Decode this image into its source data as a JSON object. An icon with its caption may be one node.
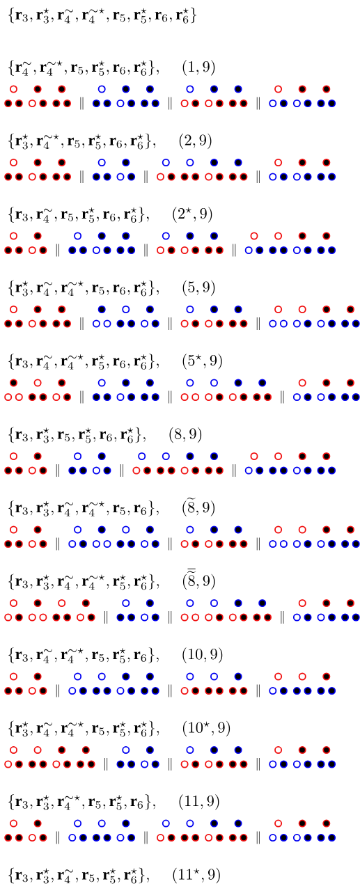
{
  "diagram": {
    "labels": [
      "\\{\\mathbf{r}_3, \\mathbf{r}_3^\\star, \\mathbf{r}_4^{\\sim}, \\mathbf{r}_4^{\\sim\\star}, \\mathbf{r}_5, \\mathbf{r}_5^\\star, \\mathbf{r}_6, \\mathbf{r}_6^\\star\\}",
      "\\{\\mathbf{r}_4^{\\sim}, \\mathbf{r}_4^{\\sim\\star}, \\mathbf{r}_5, \\mathbf{r}_5^\\star, \\mathbf{r}_6, \\mathbf{r}_6^\\star\\},",
      "(1,9)",
      "\\{\\mathbf{r}_3^\\star, \\mathbf{r}_4^{\\sim\\star}, \\mathbf{r}_5, \\mathbf{r}_5^\\star, \\mathbf{r}_6, \\mathbf{r}_6^\\star\\},",
      "(2,9)",
      "\\{\\mathbf{r}_3, \\mathbf{r}_4^{\\sim}, \\mathbf{r}_5, \\mathbf{r}_5^\\star, \\mathbf{r}_6, \\mathbf{r}_6^\\star\\},",
      "(2^\\star,9)",
      "\\{\\mathbf{r}_3^\\star, \\mathbf{r}_4^{\\sim}, \\mathbf{r}_4^{\\sim\\star}, \\mathbf{r}_5, \\mathbf{r}_6, \\mathbf{r}_6^\\star\\},",
      "(5,9)",
      "\\{\\mathbf{r}_3, \\mathbf{r}_4^{\\sim}, \\mathbf{r}_4^{\\sim\\star}, \\mathbf{r}_5^\\star, \\mathbf{r}_6, \\mathbf{r}_6^\\star\\},",
      "(5^\\star,9)",
      "\\{\\mathbf{r}_3, \\mathbf{r}_3^\\star, \\mathbf{r}_5, \\mathbf{r}_5^\\star, \\mathbf{r}_6, \\mathbf{r}_6^\\star\\},",
      "(8,9)",
      "\\{\\mathbf{r}_3, \\mathbf{r}_3^\\star, \\mathbf{r}_4^{\\sim}, \\mathbf{r}_4^{\\sim\\star}, \\mathbf{r}_5, \\mathbf{r}_6\\},",
      "(\\widetilde{8},9)",
      "\\{\\mathbf{r}_3, \\mathbf{r}_3^\\star, \\mathbf{r}_4^{\\sim}, \\mathbf{r}_4^{\\sim\\star}, \\mathbf{r}_5^\\star, \\mathbf{r}_6^\\star\\},",
      "(\\overline{\\widetilde{8}},9)",
      "\\{\\mathbf{r}_3, \\mathbf{r}_4^{\\sim}, \\mathbf{r}_4^{\\sim\\star}, \\mathbf{r}_5, \\mathbf{r}_5^\\star, \\mathbf{r}_6\\},",
      "(10,9)",
      "\\{\\mathbf{r}_3^\\star, \\mathbf{r}_4^{\\sim}, \\mathbf{r}_4^{\\sim\\star}, \\mathbf{r}_5, \\mathbf{r}_5^\\star, \\mathbf{r}_6^\\star\\},",
      "(10^\\star,9)",
      "\\{\\mathbf{r}_3, \\mathbf{r}_3^\\star, \\mathbf{r}_4^{\\sim\\star}, \\mathbf{r}_5, \\mathbf{r}_5^\\star, \\mathbf{r}_6\\},",
      "(11,9)",
      "\\{\\mathbf{r}_3, \\mathbf{r}_3^\\star, \\mathbf{r}_4^{\\sim}, \\mathbf{r}_5, \\mathbf{r}_5^\\star, \\mathbf{r}_6^\\star\\},",
      "(11^\\star,9)"
    ]
  }
}
